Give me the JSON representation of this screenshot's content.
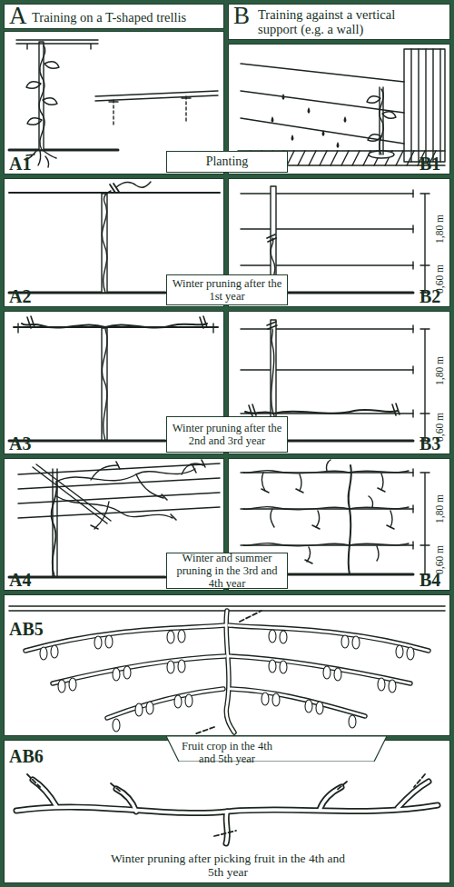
{
  "diagram": {
    "nodes": [
      {
        "text": [
          "A",
          "Training on a T-shaped trellis"
        ]
      },
      {
        "text": [
          "B",
          "Training against a vertical support (e.g. a wall)"
        ]
      },
      {
        "text": [
          "A1"
        ]
      },
      {
        "text": [
          "B1"
        ]
      },
      {
        "text": [
          "Planting"
        ]
      },
      {
        "text": [
          "A2"
        ]
      },
      {
        "text": [
          "B2"
        ]
      },
      {
        "text": [
          "Winter pruning after the 1st year"
        ]
      },
      {
        "text": [
          "A3"
        ]
      },
      {
        "text": [
          "B3"
        ]
      },
      {
        "text": [
          "Winter pruning after the 2nd and 3rd year"
        ]
      },
      {
        "text": [
          "A4"
        ]
      },
      {
        "text": [
          "B4"
        ]
      },
      {
        "text": [
          "Winter and summer pruning in the 3rd and 4th year"
        ]
      },
      {
        "text": [
          "AB5"
        ]
      },
      {
        "text": [
          "Fruit crop in the 4th and 5th year"
        ]
      },
      {
        "text": [
          "AB6",
          "Winter pruning after picking fruit in the 4th and 5th year"
        ]
      }
    ],
    "labels": [
      "1,80 m",
      "0,60 m",
      "1,80 m",
      "0,60 m",
      "1,80 m",
      "0,60 m"
    ]
  }
}
